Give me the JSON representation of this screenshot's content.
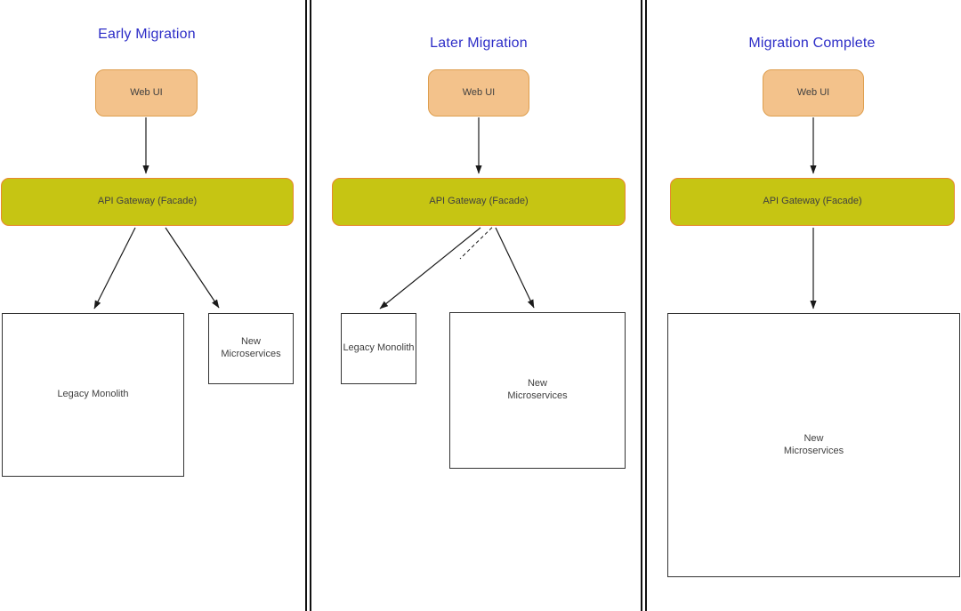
{
  "diagram": {
    "panels": [
      {
        "title": "Early Migration",
        "nodes": {
          "web_ui": "Web UI",
          "gateway": "API Gateway (Facade)",
          "legacy": "Legacy Monolith",
          "microservices": "New\nMicroservices"
        }
      },
      {
        "title": "Later Migration",
        "nodes": {
          "web_ui": "Web UI",
          "gateway": "API Gateway (Facade)",
          "legacy": "Legacy Monolith",
          "microservices": "New\nMicroservices"
        }
      },
      {
        "title": "Migration Complete",
        "nodes": {
          "web_ui": "Web UI",
          "gateway": "API Gateway (Facade)",
          "microservices": "New\nMicroservices"
        }
      }
    ],
    "colors": {
      "title_color": "#2d2dc7",
      "webui_fill": "#f3c28b",
      "webui_border": "#de9e4e",
      "gateway_fill": "#c6c513",
      "gateway_border": "#e8872e",
      "box_border": "#333333",
      "label_color": "#404040",
      "arrow_color": "#1a1a1a"
    }
  }
}
